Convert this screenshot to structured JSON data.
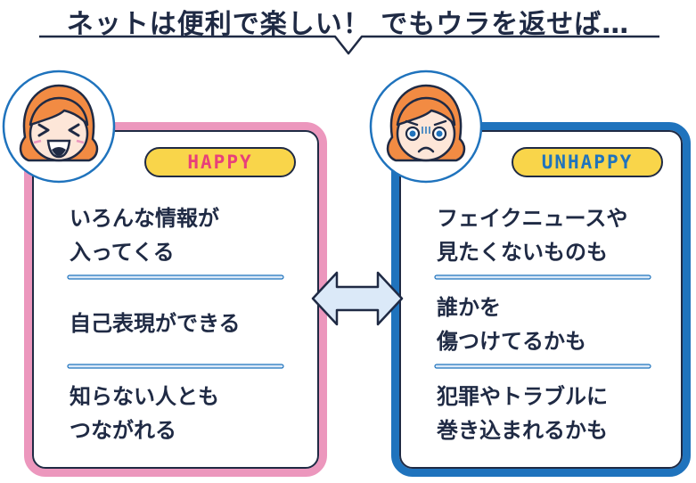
{
  "title": "ネットは便利で楽しい！ でもウラを返せば…",
  "happy": {
    "badge": "HAPPY",
    "items": [
      [
        "いろんな情報が",
        "入ってくる"
      ],
      [
        "自己表現ができる"
      ],
      [
        "知らない人とも",
        "つながれる"
      ]
    ]
  },
  "unhappy": {
    "badge": "UNHAPPY",
    "items": [
      [
        "フェイクニュースや",
        "見たくないものも"
      ],
      [
        "誰かを",
        "傷つけてるかも"
      ],
      [
        "犯罪やトラブルに",
        "巻き込まれるかも"
      ]
    ]
  },
  "colors": {
    "happy_border": "#ec97bd",
    "unhappy_border": "#1f73bd",
    "badge_fill": "#f9d54a",
    "text": "#1f2a44",
    "hair": "#f28b43",
    "arrow_fill": "#dbe9f8"
  },
  "icons": {
    "happy_face": "laughing-girl-icon",
    "unhappy_face": "worried-girl-icon",
    "arrow": "double-arrow-icon"
  }
}
